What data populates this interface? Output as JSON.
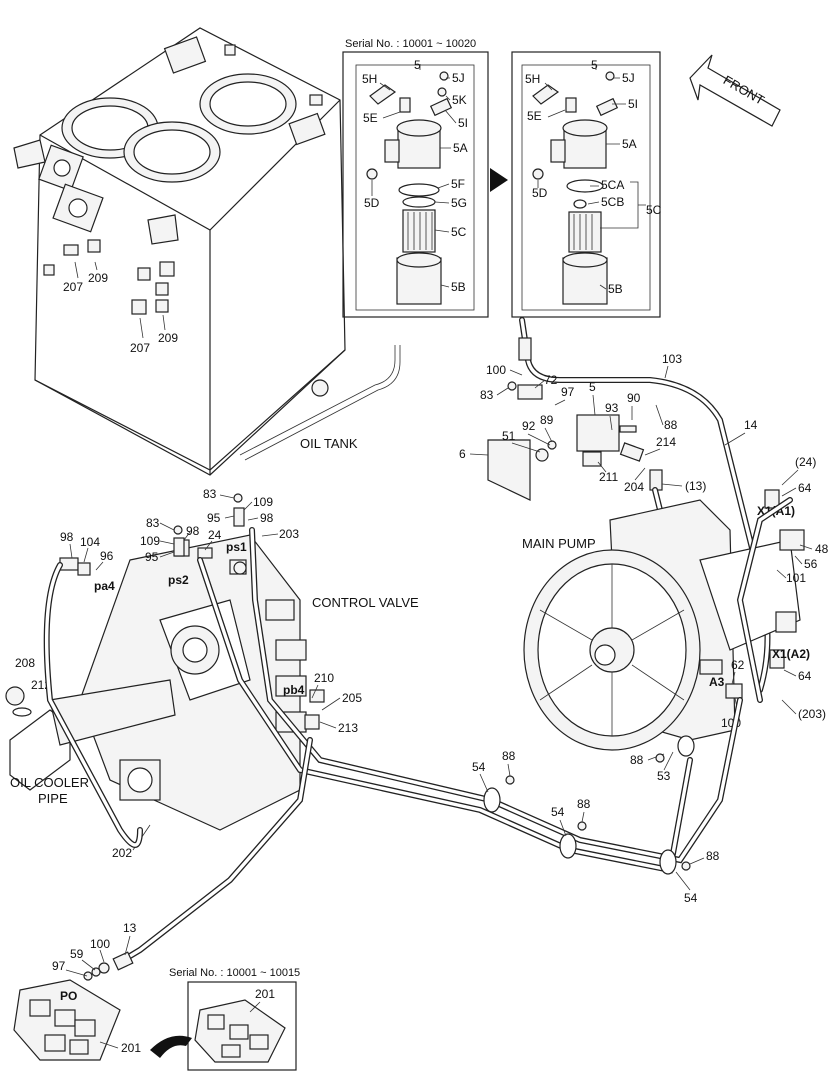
{
  "captions": {
    "oil_tank": "OIL TANK",
    "main_pump": "MAIN PUMP",
    "control_valve": "CONTROL VALVE",
    "oil_cooler_1": "OIL COOLER",
    "oil_cooler_2": "PIPE",
    "front": "FRONT"
  },
  "serials": {
    "box_a": "Serial No. : 10001 ~ 10020",
    "box_c": "Serial No. : 10001 ~ 10015"
  },
  "box_a_labels": {
    "b5": "5",
    "b5H": "5H",
    "b5J": "5J",
    "b5K": "5K",
    "b5E": "5E",
    "b5I": "5I",
    "b5A": "5A",
    "b5F": "5F",
    "b5G": "5G",
    "b5D": "5D",
    "b5C": "5C",
    "b5B": "5B"
  },
  "box_b_labels": {
    "b5": "5",
    "b5H": "5H",
    "b5J": "5J",
    "b5E": "5E",
    "b5I": "5I",
    "b5A": "5A",
    "b5CA": "5CA",
    "b5CB": "5CB",
    "b5C": "5C",
    "b5D": "5D",
    "b5B": "5B"
  },
  "box_c_labels": {
    "l201": "201"
  },
  "tank_labels": {
    "l207a": "207",
    "l209a": "209",
    "l207b": "207",
    "l209b": "209"
  },
  "filter_labels": {
    "l100": "100",
    "l72": "72",
    "l83": "83",
    "l97": "97",
    "l5": "5",
    "l103": "103",
    "l88": "88",
    "l93": "93",
    "l90": "90",
    "l14": "14",
    "l6": "6",
    "l51": "51",
    "l92": "92",
    "l89": "89",
    "l214": "214",
    "l211": "211",
    "l204": "204",
    "l13p": "(13)"
  },
  "valve_labels": {
    "l83a": "83",
    "l109a": "109",
    "l95a": "95",
    "l98a": "98",
    "l203": "203",
    "l83b": "83",
    "l98b": "98",
    "l109b": "109",
    "l24": "24",
    "ps1": "ps1",
    "l95b": "95",
    "ps2": "ps2",
    "l98c": "98",
    "l104": "104",
    "l96": "96",
    "pa4": "pa4",
    "l208": "208",
    "l212": "212",
    "pb4": "pb4",
    "l210": "210",
    "l205": "205",
    "l213": "213",
    "l202": "202"
  },
  "pump_labels": {
    "l24p": "(24)",
    "l64a": "64",
    "x1a1": "X1(A1)",
    "l48": "48",
    "l56": "56",
    "l101": "101",
    "a3": "A3",
    "l62": "62",
    "x1a2": "X1(A2)",
    "l64b": "64",
    "l100": "100",
    "l203p": "(203)",
    "l88": "88",
    "l53": "53"
  },
  "clamp_labels": {
    "l54a": "54",
    "l88a": "88",
    "l54b": "54",
    "l88b": "88",
    "l88c": "88",
    "l54c": "54"
  },
  "bottom_labels": {
    "l13": "13",
    "l100": "100",
    "l59": "59",
    "l97": "97",
    "po": "PO",
    "l201": "201"
  }
}
